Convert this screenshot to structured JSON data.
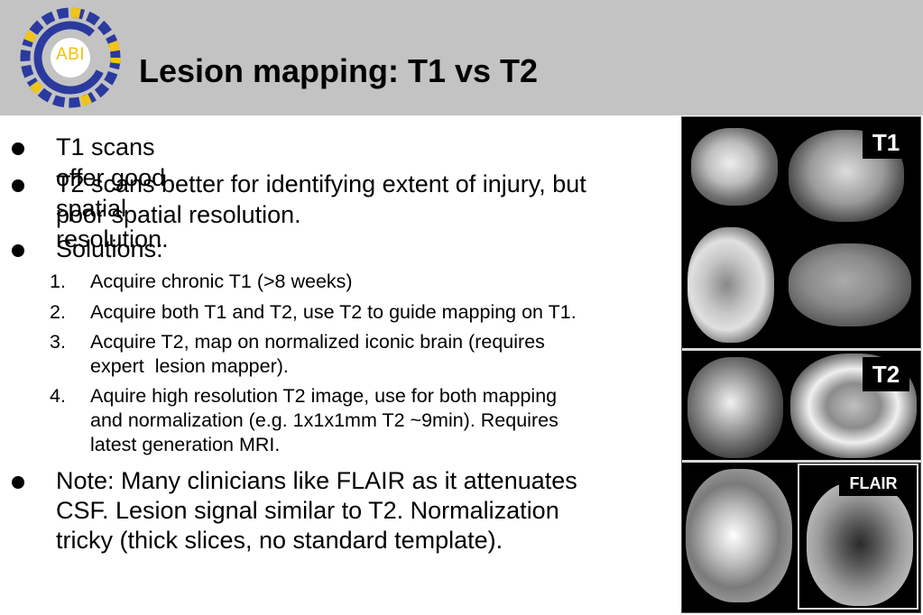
{
  "header": {
    "title": "Lesion mapping: T1 vs T2",
    "logo_text": "ABI",
    "background": "#c3c3c3"
  },
  "bullets": [
    {
      "lines": [
        "T1 scans offer good spatial resolution."
      ]
    },
    {
      "lines": [
        "T2 scans better for identifying extent of injury, but",
        "poor spatial resolution."
      ]
    },
    {
      "lines": [
        "Solutions:"
      ]
    }
  ],
  "solutions": [
    {
      "num": "1.",
      "lines": [
        "Acquire chronic T1 (>8 weeks)"
      ]
    },
    {
      "num": "2.",
      "lines": [
        "Acquire both T1 and T2, use T2 to guide mapping on T1."
      ]
    },
    {
      "num": "3.",
      "lines": [
        "Acquire T2, map on normalized iconic brain (requires",
        "expert  lesion mapper)."
      ]
    },
    {
      "num": "4.",
      "lines": [
        "Aquire high resolution T2 image, use for both mapping",
        "and normalization (e.g. 1x1x1mm T2 ~9min). Requires",
        "latest generation MRI."
      ]
    }
  ],
  "note": {
    "lines": [
      "Note: Many clinicians like FLAIR as it attenuates",
      "CSF. Lesion signal similar to T2. Normalization",
      "tricky (thick slices, no standard template)."
    ]
  },
  "panel": {
    "labels": {
      "t1": "T1",
      "t2": "T2",
      "flair": "FLAIR"
    }
  }
}
